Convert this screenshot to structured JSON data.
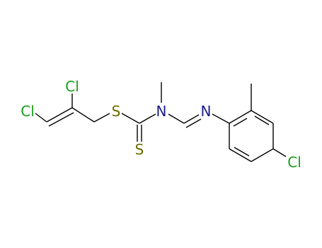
{
  "colors": {
    "background": "#ffffff",
    "bond": "#000000",
    "chlorine": "#1a9e1a",
    "sulfur": "#6b6b00",
    "nitrogen": "#1c1c8c"
  },
  "atoms": {
    "cl_alkene_top": "Cl",
    "cl_alkene_left": "Cl",
    "s_thioester": "S",
    "s_thione": "S",
    "n_amine": "N",
    "n_imine": "N",
    "cl_aryl": "Cl"
  }
}
